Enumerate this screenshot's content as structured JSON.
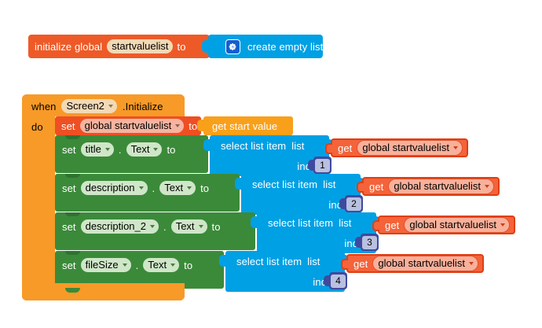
{
  "workspace": {
    "app": "MIT App Inventor Blocks Editor",
    "background_color": "#ffffff",
    "grid_dot_color": "#d9d9dd"
  },
  "colors": {
    "variable_orange": "#ee5a27",
    "get_orange": "#f4633a",
    "list_blue": "#00a0e4",
    "component_green": "#3b8a3a",
    "event_orange": "#f79a27",
    "number_navy": "#3e4a9e",
    "control_yellow": "#f9a01b"
  },
  "init_global_block": {
    "keyword": "initialize global",
    "variable_name": "startvaluelist",
    "to_label": "to",
    "value_block": {
      "label": "create empty list",
      "mutator_icon": "gear-icon"
    }
  },
  "event_block": {
    "when_label": "when",
    "component": "Screen2",
    "event_name": ".Initialize",
    "do_label": "do"
  },
  "set_global_row": {
    "set_label": "set",
    "variable": "global startvaluelist",
    "to_label": "to",
    "value_label": "get start value"
  },
  "set_property_rows": [
    {
      "set_label": "set",
      "component": "title",
      "dot": ".",
      "property": "Text",
      "to_label": "to",
      "select_label": "select list item",
      "list_label": "list",
      "index_label": "index",
      "get_label": "get",
      "get_variable": "global startvaluelist",
      "index_value": "1"
    },
    {
      "set_label": "set",
      "component": "description",
      "dot": ".",
      "property": "Text",
      "to_label": "to",
      "select_label": "select list item",
      "list_label": "list",
      "index_label": "index",
      "get_label": "get",
      "get_variable": "global startvaluelist",
      "index_value": "2"
    },
    {
      "set_label": "set",
      "component": "description_2",
      "dot": ".",
      "property": "Text",
      "to_label": "to",
      "select_label": "select list item",
      "list_label": "list",
      "index_label": "index",
      "get_label": "get",
      "get_variable": "global startvaluelist",
      "index_value": "3"
    },
    {
      "set_label": "set",
      "component": "fileSize",
      "dot": ".",
      "property": "Text",
      "to_label": "to",
      "select_label": "select list item",
      "list_label": "list",
      "index_label": "index",
      "get_label": "get",
      "get_variable": "global startvaluelist",
      "index_value": "4"
    }
  ]
}
